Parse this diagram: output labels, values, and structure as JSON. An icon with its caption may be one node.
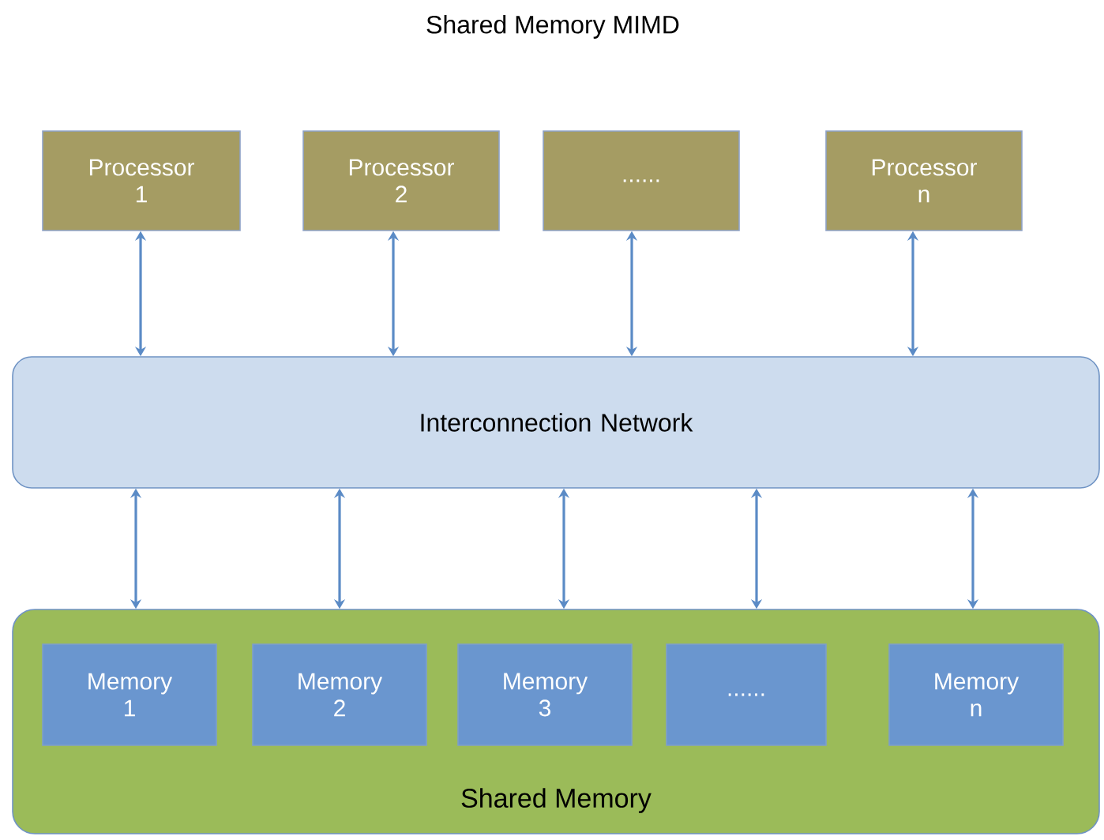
{
  "diagram": {
    "title": "Shared Memory MIMD",
    "nodes": [
      {
        "text": [
          "Processor 1"
        ]
      },
      {
        "text": [
          "Processor 2"
        ]
      },
      {
        "text": [
          "......"
        ]
      },
      {
        "text": [
          "Processor n"
        ]
      },
      {
        "text": [
          "Interconnection Network"
        ]
      },
      {
        "text": [
          "Shared Memory"
        ]
      },
      {
        "text": [
          "Memory 1"
        ],
        "in": 5
      },
      {
        "text": [
          "Memory 2"
        ],
        "in": 5
      },
      {
        "text": [
          "Memory 3"
        ],
        "in": 5
      },
      {
        "text": [
          "......"
        ],
        "in": 5
      },
      {
        "text": [
          "Memory n"
        ],
        "in": 5
      }
    ],
    "edges": [
      {
        "from": 0,
        "to": 4,
        "arrow": "both"
      },
      {
        "from": 1,
        "to": 4,
        "arrow": "both"
      },
      {
        "from": 2,
        "to": 4,
        "arrow": "both"
      },
      {
        "from": 3,
        "to": 4,
        "arrow": "both"
      },
      {
        "from": 4,
        "to": 5,
        "arrow": "both"
      },
      {
        "from": 4,
        "to": 5,
        "arrow": "both"
      },
      {
        "from": 4,
        "to": 5,
        "arrow": "both"
      },
      {
        "from": 4,
        "to": 5,
        "arrow": "both"
      },
      {
        "from": 4,
        "to": 5,
        "arrow": "both"
      }
    ]
  }
}
